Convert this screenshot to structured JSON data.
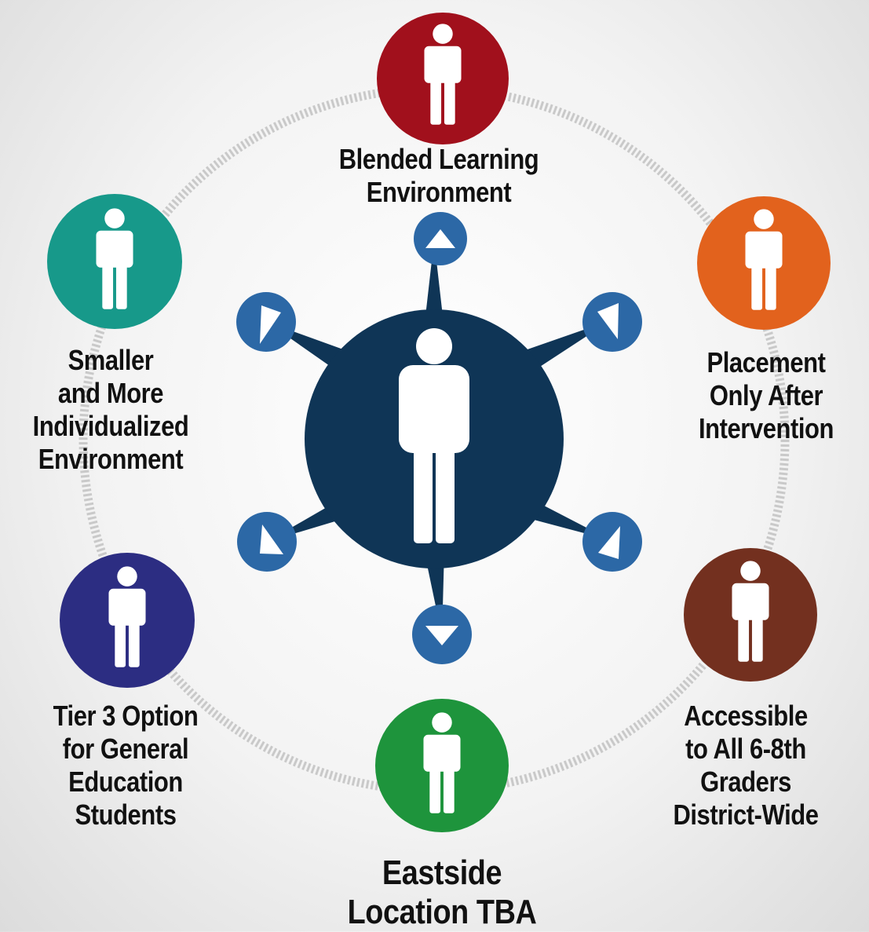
{
  "hub": {
    "color": "#0f3556",
    "arrow_color": "#2c68a6",
    "icon": "person-icon"
  },
  "ring": {
    "color": "#c9c9c9"
  },
  "nodes": [
    {
      "id": "blended-learning",
      "label": "Blended Learning\nEnvironment",
      "color": "#a1101c",
      "icon": "person-icon"
    },
    {
      "id": "placement-after-intervention",
      "label": "Placement\nOnly After\nIntervention",
      "color": "#e2621d",
      "icon": "person-icon"
    },
    {
      "id": "accessible-6-8th",
      "label": "Accessible\nto All 6-8th\nGraders\nDistrict-Wide",
      "color": "#73301f",
      "icon": "person-icon"
    },
    {
      "id": "eastside-location",
      "label": "Eastside\nLocation TBA",
      "color": "#1e943c",
      "icon": "person-icon"
    },
    {
      "id": "tier-3-option",
      "label": "Tier 3 Option\nfor General\nEducation\nStudents",
      "color": "#2c2d82",
      "icon": "person-icon"
    },
    {
      "id": "smaller-environment",
      "label": "Smaller\nand More\nIndividualized\nEnvironment",
      "color": "#17998a",
      "icon": "person-icon"
    }
  ]
}
